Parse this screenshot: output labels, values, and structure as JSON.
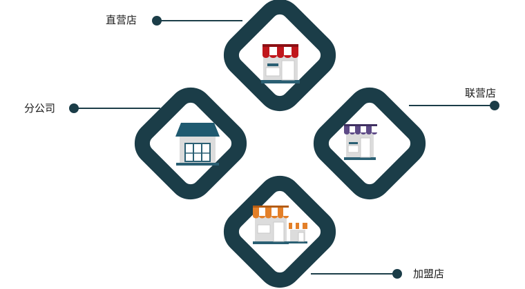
{
  "colors": {
    "frame": "#1b3d48",
    "red_awning": "#c0171c",
    "purple_awning": "#5d4a86",
    "orange_awning": "#e37f28",
    "teal_roof": "#1f5a70",
    "wall": "#dcdcdc",
    "trim": "#2a5f73"
  },
  "nodes": [
    {
      "key": "direct",
      "label": "直营店",
      "icon": "red-awning-shop-icon"
    },
    {
      "key": "branch",
      "label": "分公司",
      "icon": "branch-building-icon"
    },
    {
      "key": "alliance",
      "label": "联营店",
      "icon": "purple-awning-shop-icon"
    },
    {
      "key": "franchise",
      "label": "加盟店",
      "icon": "orange-awning-shops-icon"
    }
  ]
}
